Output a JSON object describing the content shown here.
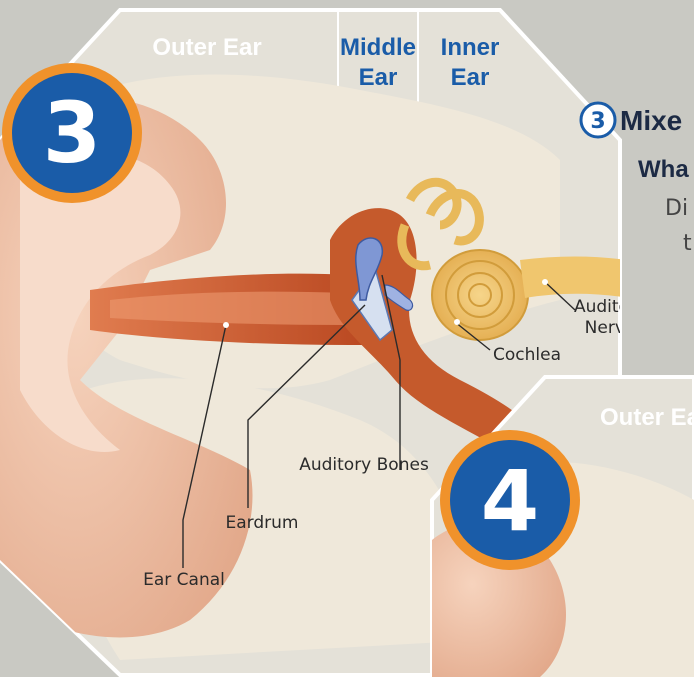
{
  "regions": {
    "outer_ear": "Outer Ear",
    "middle_ear_line1": "Middle",
    "middle_ear_line2": "Ear",
    "inner_ear_line1": "Inner",
    "inner_ear_line2": "Ear",
    "outer_ear_second": "Outer Ear"
  },
  "badges": {
    "main": "3",
    "secondary": "4",
    "small": "3"
  },
  "side": {
    "heading_fragment": "Mixe",
    "subheading_fragment": "Wha",
    "body_line1": "Di",
    "body_line2": "t"
  },
  "labels": {
    "auditory_nerve_line1": "Auditory",
    "auditory_nerve_line2": "Nerve",
    "cochlea": "Cochlea",
    "auditory_bones": "Auditory Bones",
    "eardrum": "Eardrum",
    "ear_canal": "Ear Canal"
  },
  "colors": {
    "badge_blue": "#1a5ca8",
    "badge_orange": "#f0922b",
    "region_text_blue": "#1a5ca8",
    "background": "#c9c9c3",
    "panel": "#e4e1d8"
  }
}
